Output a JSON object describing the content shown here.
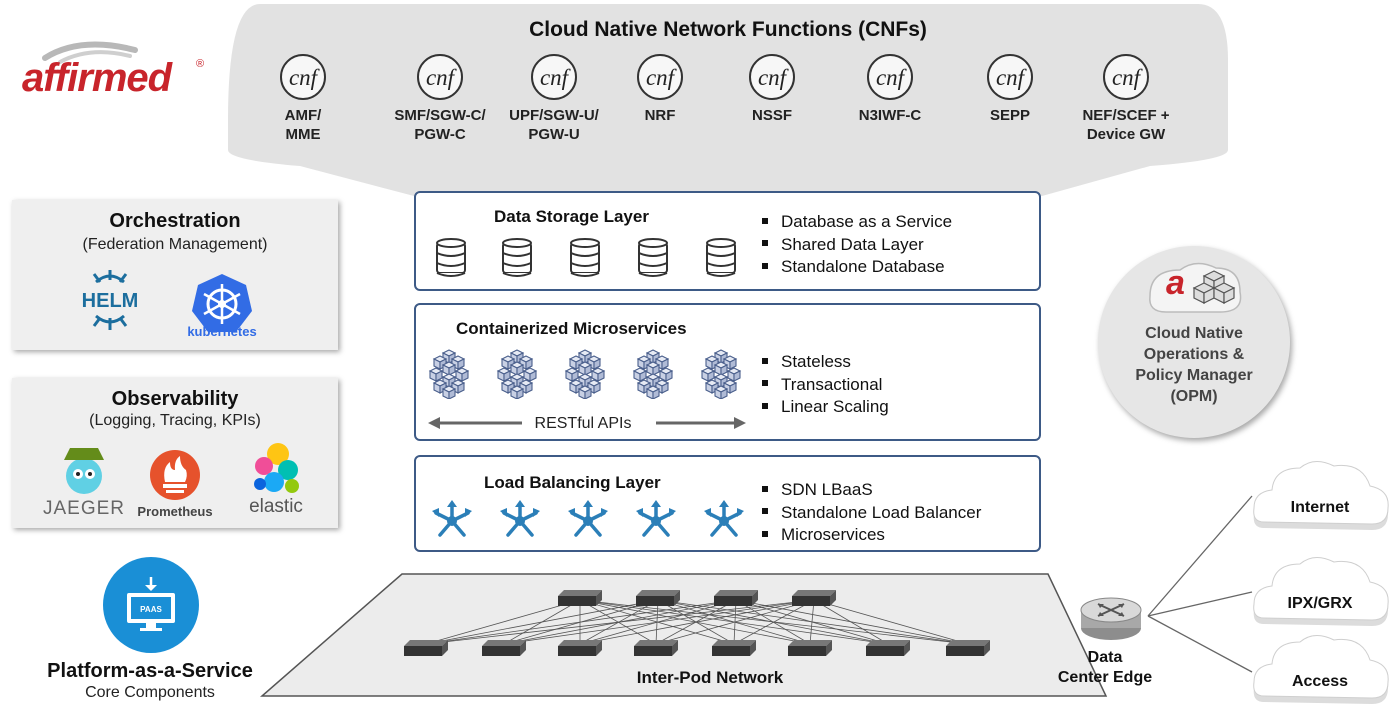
{
  "cnf_banner": {
    "title": "Cloud Native Network Functions (CNFs)",
    "icon_text": "cnf",
    "items": [
      {
        "label": "AMF/\nMME"
      },
      {
        "label": "SMF/SGW-C/\nPGW-C"
      },
      {
        "label": "UPF/SGW-U/\nPGW-U"
      },
      {
        "label": "NRF"
      },
      {
        "label": "NSSF"
      },
      {
        "label": "N3IWF-C"
      },
      {
        "label": "SEPP"
      },
      {
        "label": "NEF/SCEF +\nDevice GW"
      }
    ]
  },
  "logo": {
    "text": "affirmed",
    "mark": "®",
    "color": "#c8242b"
  },
  "orchestration": {
    "title": "Orchestration",
    "subtitle": "(Federation Management)",
    "logos": [
      {
        "icon": "helm-icon",
        "label": "HELM"
      },
      {
        "icon": "kubernetes-icon",
        "label": "kubernetes"
      }
    ]
  },
  "observability": {
    "title": "Observability",
    "subtitle": "(Logging, Tracing, KPIs)",
    "logos": [
      {
        "icon": "jaeger-icon",
        "label": "JAEGER"
      },
      {
        "icon": "prometheus-icon",
        "label": "Prometheus"
      },
      {
        "icon": "elastic-icon",
        "label": "elastic"
      }
    ]
  },
  "layers": {
    "storage": {
      "title": "Data Storage Layer",
      "bullets": [
        "Database as a Service",
        "Shared Data Layer",
        "Standalone Database"
      ],
      "icon": "database-icon"
    },
    "micro": {
      "title": "Containerized Microservices",
      "bullets": [
        "Stateless",
        "Transactional",
        "Linear Scaling"
      ],
      "arrow_label": "RESTful APIs",
      "icon": "microservice-cube-icon"
    },
    "lb": {
      "title": "Load Balancing Layer",
      "bullets": [
        "SDN LBaaS",
        "Standalone Load Balancer",
        "Microservices"
      ],
      "icon": "load-balancer-icon"
    }
  },
  "opm": {
    "label": "Cloud Native\nOperations &\nPolicy Manager\n(OPM)"
  },
  "paas": {
    "title": "Platform-as-a-Service",
    "subtitle": "Core Components",
    "badge": "PAAS"
  },
  "network": {
    "label": "Inter-Pod Network",
    "edge_label": "Data\nCenter Edge"
  },
  "clouds": [
    "Internet",
    "IPX/GRX",
    "Access"
  ],
  "colors": {
    "accent_blue": "#3d5a86",
    "icon_blue": "#2b7fb8",
    "brand_red": "#c8242b",
    "paas_blue": "#1a8fd6"
  }
}
